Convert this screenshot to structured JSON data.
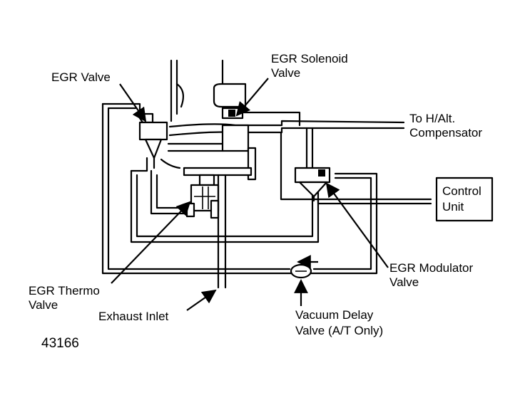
{
  "labels": {
    "egr_valve": "EGR Valve",
    "egr_solenoid_valve": [
      "EGR Solenoid",
      "Valve"
    ],
    "to_compensator": [
      "To H/Alt.",
      "Compensator"
    ],
    "control_unit": [
      "Control",
      "Unit"
    ],
    "egr_modulator_valve": [
      "EGR Modulator",
      "Valve"
    ],
    "egr_thermo_valve": [
      "EGR Thermo",
      "Valve"
    ],
    "exhaust_inlet": "Exhaust Inlet",
    "vacuum_delay_valve": [
      "Vacuum Delay",
      "Valve (A/T Only)"
    ],
    "figure_number": "43166"
  },
  "icons": {
    "flow_arrow": "arrow-left-icon"
  },
  "colors": {
    "ink": "#000000",
    "paper": "#ffffff"
  }
}
